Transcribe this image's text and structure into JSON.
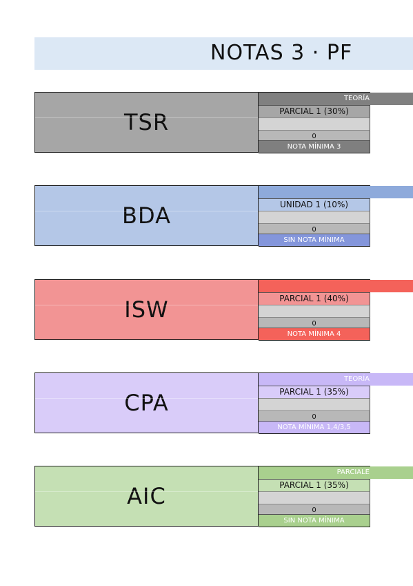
{
  "title": "NOTAS 3 · PF",
  "subjects": [
    {
      "name": "TSR",
      "header": "TEORÍA",
      "item": "PARCIAL 1 (30%)",
      "score": "0",
      "minimum": "NOTA MÍNIMA 3",
      "colors": {
        "name_bg": "#a6a6a6",
        "head_bg": "#808080",
        "part_bg": "#a6a6a6",
        "min_bg": "#7f7f7f"
      }
    },
    {
      "name": "BDA",
      "header": "",
      "item": "UNIDAD 1 (10%)",
      "score": "0",
      "minimum": "SIN NOTA MÍNIMA",
      "colors": {
        "name_bg": "#b4c7e7",
        "head_bg": "#8eaadb",
        "part_bg": "#b4c7e7",
        "min_bg": "#8496db"
      }
    },
    {
      "name": "ISW",
      "header": "",
      "item": "PARCIAL 1 (40%)",
      "score": "0",
      "minimum": "NOTA MÍNIMA 4",
      "colors": {
        "name_bg": "#f29494",
        "head_bg": "#f4625a",
        "part_bg": "#f29494",
        "min_bg": "#f4625a"
      }
    },
    {
      "name": "CPA",
      "header": "TEORÍA",
      "item": "PARCIAL 1 (35%)",
      "score": "0",
      "minimum": "NOTA MÍNIMA 1,4/3,5",
      "colors": {
        "name_bg": "#d9ccf9",
        "head_bg": "#c8b8f7",
        "part_bg": "#d9ccf9",
        "min_bg": "#c8b8f7"
      }
    },
    {
      "name": "AIC",
      "header": "PARCIALE",
      "item": "PARCIAL 1 (35%)",
      "score": "0",
      "minimum": "SIN NOTA MÍNIMA",
      "colors": {
        "name_bg": "#c5e0b4",
        "head_bg": "#a9d08e",
        "part_bg": "#c5e0b4",
        "min_bg": "#a9d08e"
      }
    }
  ]
}
